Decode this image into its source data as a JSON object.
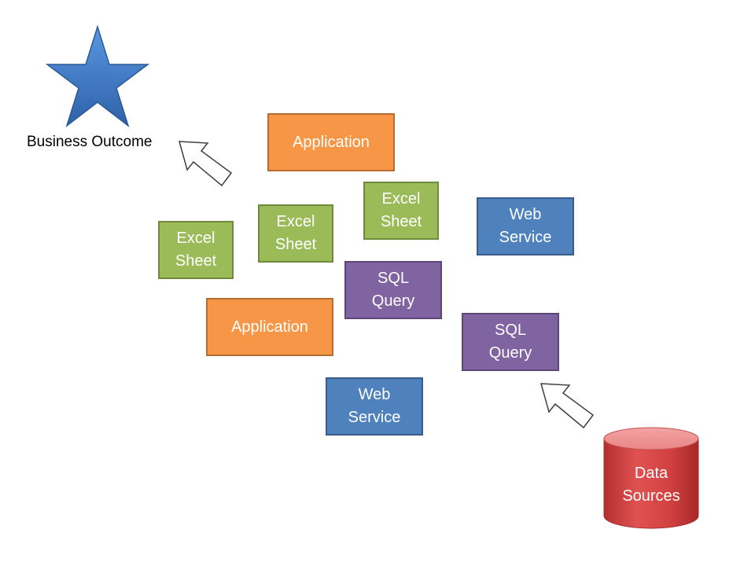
{
  "goal": {
    "icon": "star-icon",
    "label": "Business Outcome"
  },
  "boxes": [
    {
      "id": "application-top",
      "kind": "app",
      "label": "Application"
    },
    {
      "id": "excel-mid-right",
      "kind": "excel",
      "label": "Excel\nSheet"
    },
    {
      "id": "excel-mid",
      "kind": "excel",
      "label": "Excel\nSheet"
    },
    {
      "id": "excel-left",
      "kind": "excel",
      "label": "Excel\nSheet"
    },
    {
      "id": "web-service-top",
      "kind": "web",
      "label": "Web\nService"
    },
    {
      "id": "sql-query-center",
      "kind": "sql",
      "label": "SQL\nQuery"
    },
    {
      "id": "application-bottom",
      "kind": "app",
      "label": "Application"
    },
    {
      "id": "sql-query-right",
      "kind": "sql",
      "label": "SQL\nQuery"
    },
    {
      "id": "web-service-bottom",
      "kind": "web",
      "label": "Web\nService"
    }
  ],
  "source": {
    "icon": "database-cylinder-icon",
    "label": "Data\nSources"
  },
  "arrows": {
    "top": "arrow-up-left-icon",
    "bottom": "arrow-up-left-icon"
  },
  "colors": {
    "application": "#f79646",
    "excel": "#9bbb59",
    "web_service": "#4f81bd",
    "sql_query": "#8064a2",
    "data_sources": "#d94a4a",
    "star": "#3b75c4"
  }
}
